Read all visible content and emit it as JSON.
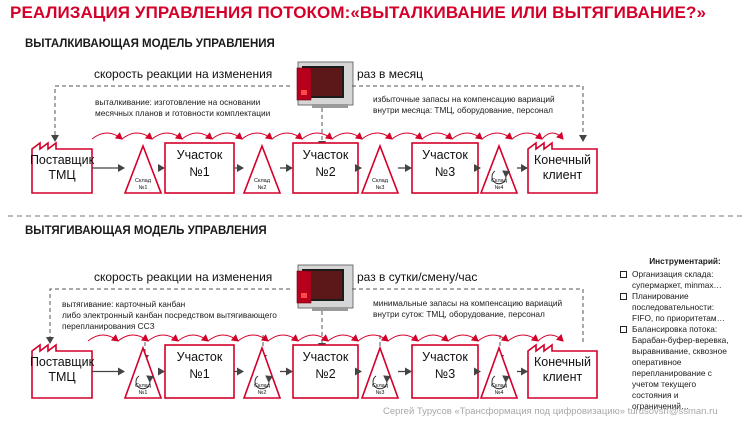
{
  "title": "РЕАЛИЗАЦИЯ УПРАВЛЕНИЯ ПОТОКОМ:«ВЫТАЛКИВАНИЕ ИЛИ ВЫТЯГИВАНИЕ?»",
  "push": {
    "heading": "ВЫТАЛКИВАЮЩАЯ МОДЕЛЬ УПРАВЛЕНИЯ",
    "speed_label": "скорость реакции на изменения",
    "frequency": "раз в месяц",
    "note_left": [
      "выталкивание: изготовление на основании",
      "месячных планов и готовности комплектации"
    ],
    "note_right": [
      "избыточные запасы на компенсацию вариаций",
      "внутри месяца: ТМЦ, оборудование, персонал"
    ],
    "supplier": [
      "Поставщик",
      "ТМЦ"
    ],
    "customer": [
      "Конечный",
      "клиент"
    ],
    "sections": [
      [
        "Участок",
        "№1"
      ],
      [
        "Участок",
        "№2"
      ],
      [
        "Участок",
        "№3"
      ]
    ],
    "warehouses": [
      [
        "Склад",
        "№1"
      ],
      [
        "Склад",
        "№2"
      ],
      [
        "Склад",
        "№3"
      ],
      [
        "Склад",
        "№4"
      ]
    ]
  },
  "pull": {
    "heading": "ВЫТЯГИВАЮЩАЯ МОДЕЛЬ УПРАВЛЕНИЯ",
    "speed_label": "скорость реакции на изменения",
    "frequency": "раз в сутки/смену/час",
    "note_left": [
      "вытягивание: карточный канбан",
      "либо электронный канбан посредством вытягивающего",
      "перепланирования ССЗ"
    ],
    "note_right": [
      "минимальные запасы на компенсацию вариаций",
      "внутри суток: ТМЦ, оборудование, персонал"
    ],
    "supplier": [
      "Поставщик",
      "ТМЦ"
    ],
    "customer": [
      "Конечный",
      "клиент"
    ],
    "sections": [
      [
        "Участок",
        "№1"
      ],
      [
        "Участок",
        "№2"
      ],
      [
        "Участок",
        "№3"
      ]
    ],
    "warehouses": [
      [
        "Склад",
        "№1"
      ],
      [
        "Склад",
        "№2"
      ],
      [
        "Склад",
        "№3"
      ],
      [
        "Склад",
        "№4"
      ]
    ]
  },
  "tools": {
    "title": "Инструментарий:",
    "items": [
      [
        "Организация склада:",
        "супермаркет, minmax…"
      ],
      [
        "Планирование",
        "последовательности:",
        "FIFO, по приоритетам…"
      ],
      [
        "Балансировка потока:",
        "Барабан-буфер-веревка,",
        "выравнивание, сквозное",
        "оперативное",
        "перепланирование с",
        "учетом текущего",
        "состояния и",
        "ограничений…"
      ]
    ]
  },
  "footer": "Сергей Турусов «Трансформация под цифровизацию» turusovsn@ssman.ru",
  "colors": {
    "accent": "#d4002a",
    "box_fill": "#ffffff",
    "stroke": "#d4002a",
    "arrow": "#444444",
    "dashed": "#555555",
    "footer": "#a8a8a8"
  }
}
